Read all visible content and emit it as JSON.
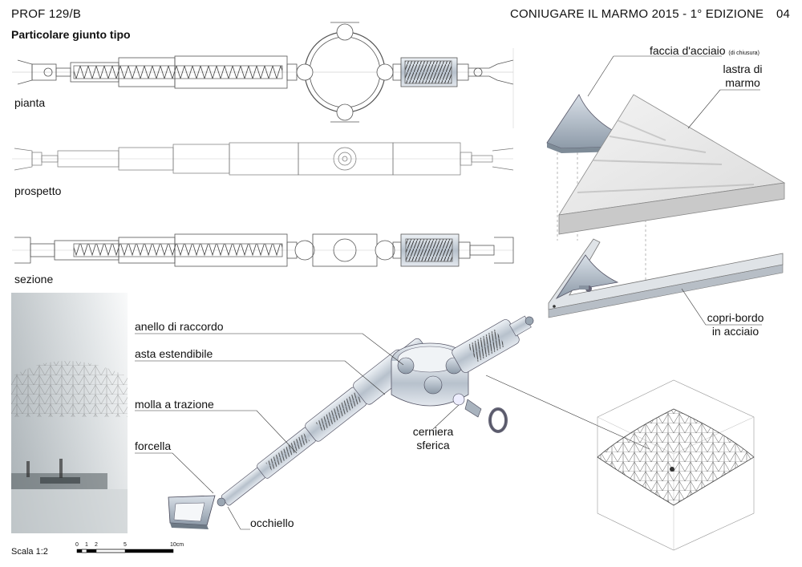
{
  "header": {
    "left": "PROF 129/B",
    "right": "CONIUGARE IL MARMO 2015 - 1° EDIZIONE",
    "page_number": "04"
  },
  "subtitle": "Particolare giunto tipo",
  "views": {
    "plan": "pianta",
    "elevation": "prospetto",
    "section": "sezione"
  },
  "callouts": {
    "steel_face": "faccia d'acciaio",
    "steel_face_note": "(di chiusura)",
    "marble_slab_1": "lastra di",
    "marble_slab_2": "marmo",
    "edge_cover_1": "copri-bordo",
    "edge_cover_2": "in acciaio",
    "ring": "anello di raccordo",
    "rod": "asta estendibile",
    "spring": "molla a trazione",
    "fork": "forcella",
    "eyelet": "occhiello",
    "ball_joint_1": "cerniera",
    "ball_joint_2": "sferica"
  },
  "scale": {
    "label": "Scala 1:2",
    "ticks": [
      "0",
      "1",
      "2",
      "5",
      "10cm"
    ]
  }
}
